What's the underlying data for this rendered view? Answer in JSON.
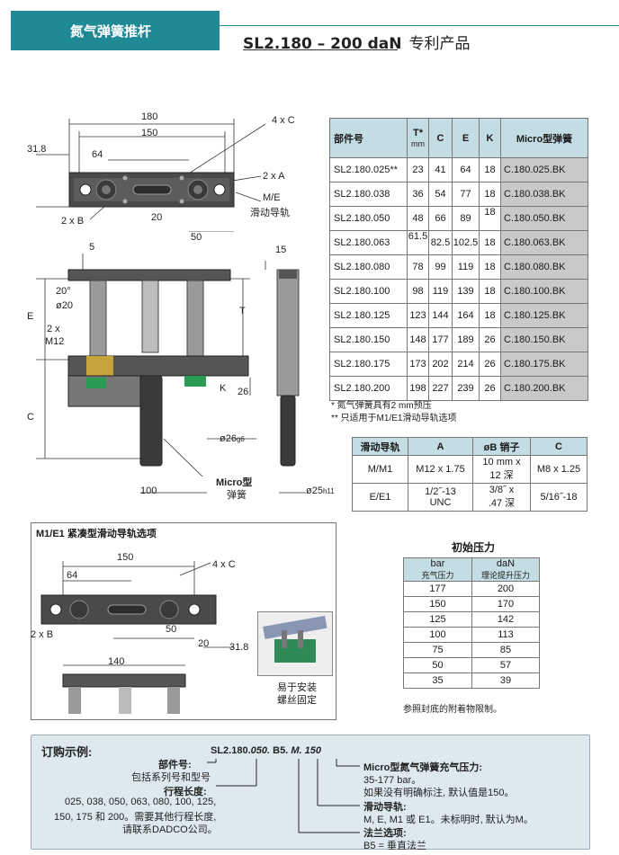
{
  "header": {
    "category": "氮气弹簧推杆",
    "model": "SL2.180 – 200 daN",
    "patent": "专利产品"
  },
  "top_drawing": {
    "dims": {
      "d180": "180",
      "d150": "150",
      "d4xC": "4 x C",
      "d31_8": "31.8",
      "d64": "64",
      "d2xA": "2 x A",
      "dME": "M/E",
      "dME_label": "滑动导轨",
      "d2xB": "2 x B",
      "d20": "20",
      "d50": "50"
    }
  },
  "side_drawing": {
    "dims": {
      "d5": "5",
      "d15": "15",
      "d20deg": "20°",
      "dphi20": "ø20",
      "dE": "E",
      "dT": "T",
      "d2x": "2 x",
      "dM12": "M12",
      "dK": "K",
      "d26": "26",
      "dC": "C",
      "dphi26": "ø26",
      "dphi26_tol": "g6",
      "d100": "100",
      "dmicro": "Micro型",
      "dmicro2": "弹簧",
      "dphi25": "ø25",
      "dphi25_tol": "h11"
    }
  },
  "spec_table": {
    "headers": [
      "部件号",
      "T*",
      "C",
      "E",
      "K",
      "Micro型弹簧"
    ],
    "t_unit": "mm",
    "rows": [
      [
        "SL2.180.025**",
        "23",
        "41",
        "64",
        "18",
        "C.180.025.BK"
      ],
      [
        "SL2.180.038",
        "36",
        "54",
        "77",
        "18",
        "C.180.038.BK"
      ],
      [
        "SL2.180.050",
        "48",
        "66",
        "89",
        "18",
        "C.180.050.BK"
      ],
      [
        "SL2.180.063",
        "61.5",
        "82.5",
        "102.5",
        "18",
        "C.180.063.BK"
      ],
      [
        "SL2.180.080",
        "78",
        "99",
        "119",
        "18",
        "C.180.080.BK"
      ],
      [
        "SL2.180.100",
        "98",
        "119",
        "139",
        "18",
        "C.180.100.BK"
      ],
      [
        "SL2.180.125",
        "123",
        "144",
        "164",
        "18",
        "C.180.125.BK"
      ],
      [
        "SL2.180.150",
        "148",
        "177",
        "189",
        "26",
        "C.180.150.BK"
      ],
      [
        "SL2.180.175",
        "173",
        "202",
        "214",
        "26",
        "C.180.175.BK"
      ],
      [
        "SL2.180.200",
        "198",
        "227",
        "239",
        "26",
        "C.180.200.BK"
      ]
    ],
    "note1": "* 氮气弹簧具有2 mm预压",
    "note2": "** 只适用于M1/E1滑动导轨选项"
  },
  "rail_table": {
    "headers": [
      "滑动导轨",
      "A",
      "øB 销子",
      "C"
    ],
    "rows": [
      [
        "M/M1",
        "M12 x 1.75",
        "10 mm x",
        "12 深",
        "M8 x 1.25"
      ],
      [
        "E/E1",
        "1/2˝-13",
        "UNC",
        "3/8˝ x",
        ".47 深",
        "5/16˝-18"
      ]
    ]
  },
  "pressure_table": {
    "title": "初始压力",
    "col1": "bar",
    "col1_sub": "充气压力",
    "col2": "daN",
    "col2_sub": "理论提升压力",
    "rows": [
      [
        "177",
        "200"
      ],
      [
        "150",
        "170"
      ],
      [
        "125",
        "142"
      ],
      [
        "100",
        "113"
      ],
      [
        "75",
        "85"
      ],
      [
        "50",
        "57"
      ],
      [
        "35",
        "39"
      ]
    ],
    "note": "参照封底的附着物限制。"
  },
  "compact_option": {
    "title": "M1/E1 紧凑型滑动导轨选项",
    "dims": {
      "d150": "150",
      "d4xC": "4 x C",
      "d64": "64",
      "d2xB": "2 x B",
      "d50": "50",
      "d20": "20",
      "d31_8": "31.8",
      "d140": "140"
    },
    "photo_caption1": "易于安装",
    "photo_caption2": "螺丝固定"
  },
  "order": {
    "title": "订购示例:",
    "code_prefix": "SL2.180.",
    "code_stroke": "050.",
    "code_flange": "B5.",
    "code_rail": "M.",
    "code_pressure": "150",
    "part_label": "部件号:",
    "part_desc": "包括系列号和型号",
    "stroke_label": "行程长度:",
    "stroke_desc1": "025, 038, 050, 063, 080, 100, 125,",
    "stroke_desc2": "150, 175 和 200。需要其他行程长度,",
    "stroke_desc3": "请联系DADCO公司。",
    "pressure_label": "Micro型氮气弹簧充气压力:",
    "pressure_desc1": "35-177 bar。",
    "pressure_desc2": "如果没有明确标注, 默认值是150。",
    "rail_label": "滑动导轨:",
    "rail_desc": "M, E, M1 或 E1。未标明时, 默认为M。",
    "flange_label": "法兰选项:",
    "flange_desc": "B5 = 垂直法兰"
  }
}
